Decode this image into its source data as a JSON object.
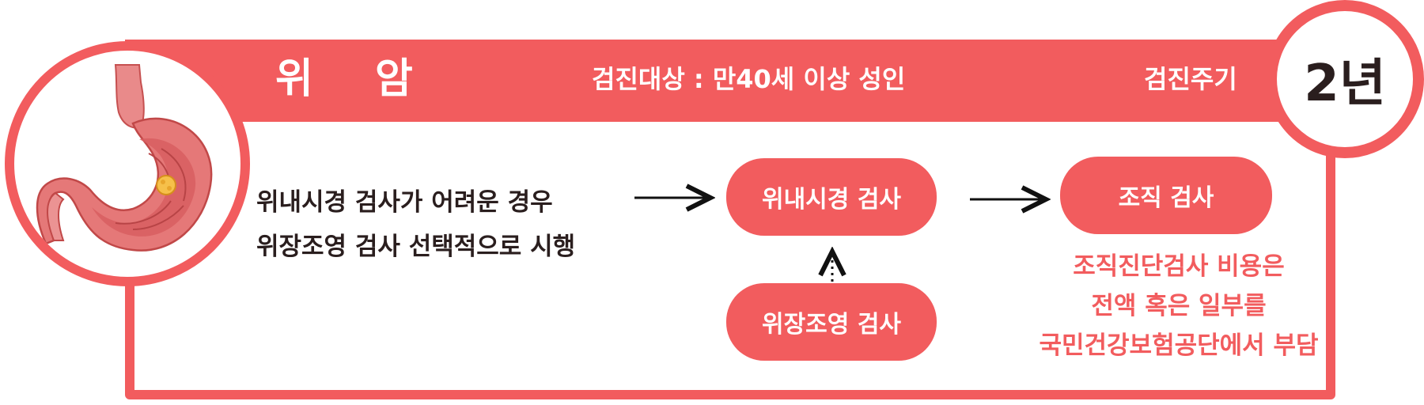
{
  "header": {
    "title": "위 암",
    "target": "검진대상 : 만40세 이상 성인",
    "cycle_label": "검진주기",
    "cycle_value": "2년"
  },
  "note": {
    "lines": [
      "위내시경 검사가 어려운 경우",
      "위장조영 검사 선택적으로 시행"
    ]
  },
  "flow": {
    "primary": "위내시경 검사",
    "alternative": "위장조영 검사",
    "follow_up": "조직 검사"
  },
  "cost_note": {
    "lines": [
      "조직진단검사 비용은",
      "전액 혹은 일부를",
      "국민건강보험공단에서 부담"
    ]
  },
  "colors": {
    "accent": "#f25c5e",
    "text_dark": "#2a1e1e",
    "background": "#ffffff"
  },
  "icons": {
    "organ": "stomach-illustration-icon"
  }
}
